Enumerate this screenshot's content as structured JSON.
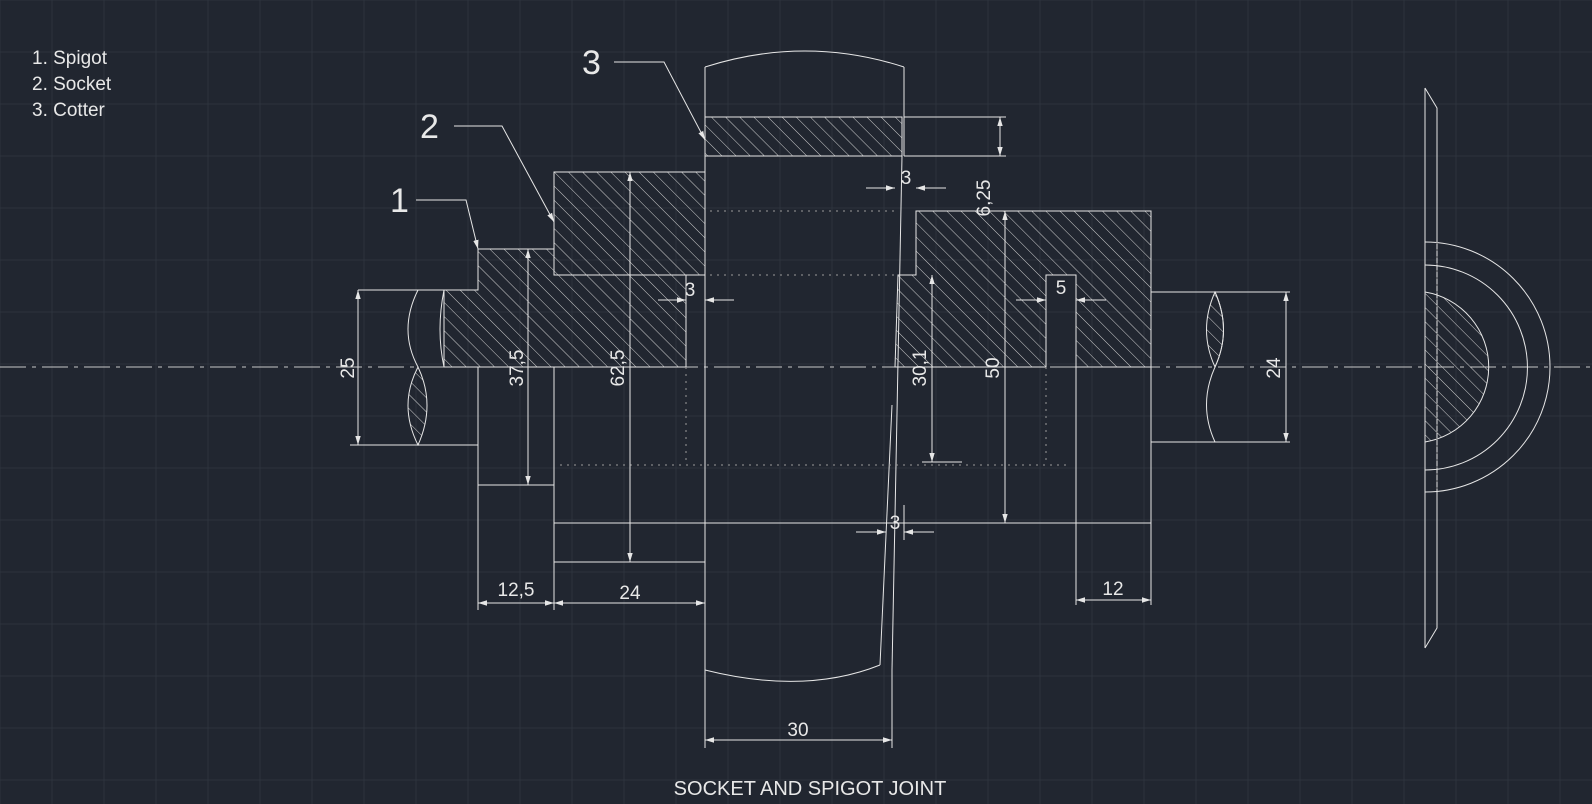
{
  "colors": {
    "background": "#212630",
    "grid": "#2d333d",
    "line": "#e6e6e6",
    "hidden_line": "#9a9a9a",
    "centerline": "#c8c8c8"
  },
  "legend": {
    "items": [
      "1. Spigot",
      "2. Socket",
      "3. Cotter"
    ]
  },
  "callouts": {
    "spigot": "1",
    "socket": "2",
    "cotter": "3"
  },
  "dimensions": {
    "rod_dia_left": "25",
    "spigot_collar_dia": "37,5",
    "socket_outer_dia": "62,5",
    "cotter_clear_top": "3",
    "cotter_thickness": "6,25",
    "cotter_clear_right": "3",
    "spigot_end_dia": "30,1",
    "socket_collar_dia": "50",
    "socket_bore_width": "5",
    "rod_dia_right": "24",
    "cotter_clear_bottom": "3",
    "collar_length": "12,5",
    "socket_length_left": "24",
    "cotter_width": "30",
    "socket_collar_length": "12"
  },
  "title": "SOCKET AND SPIGOT JOINT"
}
